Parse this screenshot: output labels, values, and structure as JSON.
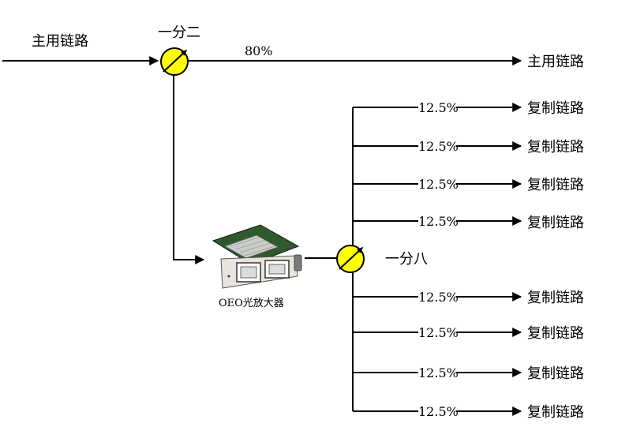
{
  "input_label": "主用链路",
  "splitter1_label": "一分二",
  "main_percent": "80%",
  "main_output_label": "主用链路",
  "amplifier_label": "OEO光放大器",
  "splitter2_label": "一分八",
  "branch_percent": "12.5%",
  "branch_output_label": "复制链路",
  "colors": {
    "splitter_fill": "#ffff00",
    "line": "#000000"
  }
}
